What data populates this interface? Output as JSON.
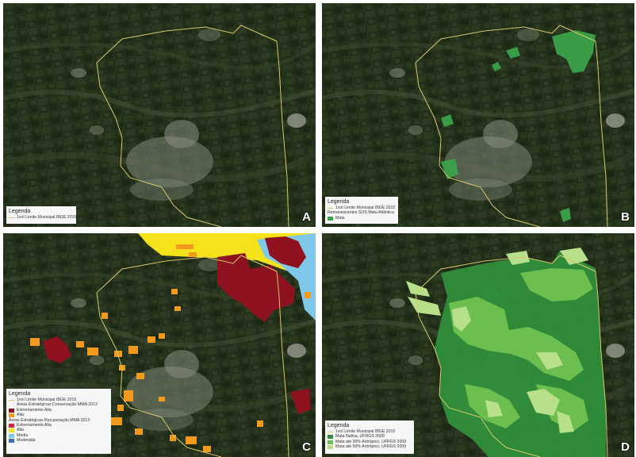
{
  "colors": {
    "boundary": "#d8c86a",
    "mata": "#3aa64a",
    "ext_alta_cons": "#8e1120",
    "alta_cons": "#f39a1e",
    "ext_alta_rec": "#e0213a",
    "alta_rec": "#f6e21a",
    "media_rec": "#7fc8ea",
    "moderada_rec": "#3b6fb6",
    "mata_nativa": "#2f8f3a",
    "mata_30": "#6cbf4e",
    "mata_50": "#b8e08a"
  },
  "panels": {
    "a": {
      "letter": "A",
      "legend": {
        "title": "Legenda",
        "items": [
          {
            "label": "1voí Limite Municipal IBGE 2015"
          }
        ]
      }
    },
    "b": {
      "letter": "B",
      "legend": {
        "title": "Legenda",
        "items": [
          {
            "label": "1voí Limite Municipal IBGE 2015"
          },
          {
            "label": "Remanescentes SOS Mata Atlântica"
          },
          {
            "label": "Mata"
          }
        ]
      }
    },
    "c": {
      "letter": "C",
      "legend": {
        "title": "Legenda",
        "items": [
          {
            "label": "1voí Limite Municipal IBGE 2015"
          },
          {
            "label": "Áreas Estratégicas Conservação MMA 2013"
          },
          {
            "label": "Extremamente Alta"
          },
          {
            "label": "Alta"
          },
          {
            "label": "Áreas Estratégicas Recuperação MMA 2013"
          },
          {
            "label": "Extremamente Alta"
          },
          {
            "label": "Alta"
          },
          {
            "label": "Média"
          },
          {
            "label": "Moderada"
          }
        ]
      }
    },
    "d": {
      "letter": "D",
      "legend": {
        "title": "Legenda",
        "items": [
          {
            "label": "1voí Limite Municipal IBGE 2015"
          },
          {
            "label": "Mata Nativa, UFRGS 2009"
          },
          {
            "label": "Mata até 30% Antrópico, UFRGS 2009"
          },
          {
            "label": "Mata até 50% Antrópico, UFRGS 2009"
          }
        ]
      }
    }
  }
}
